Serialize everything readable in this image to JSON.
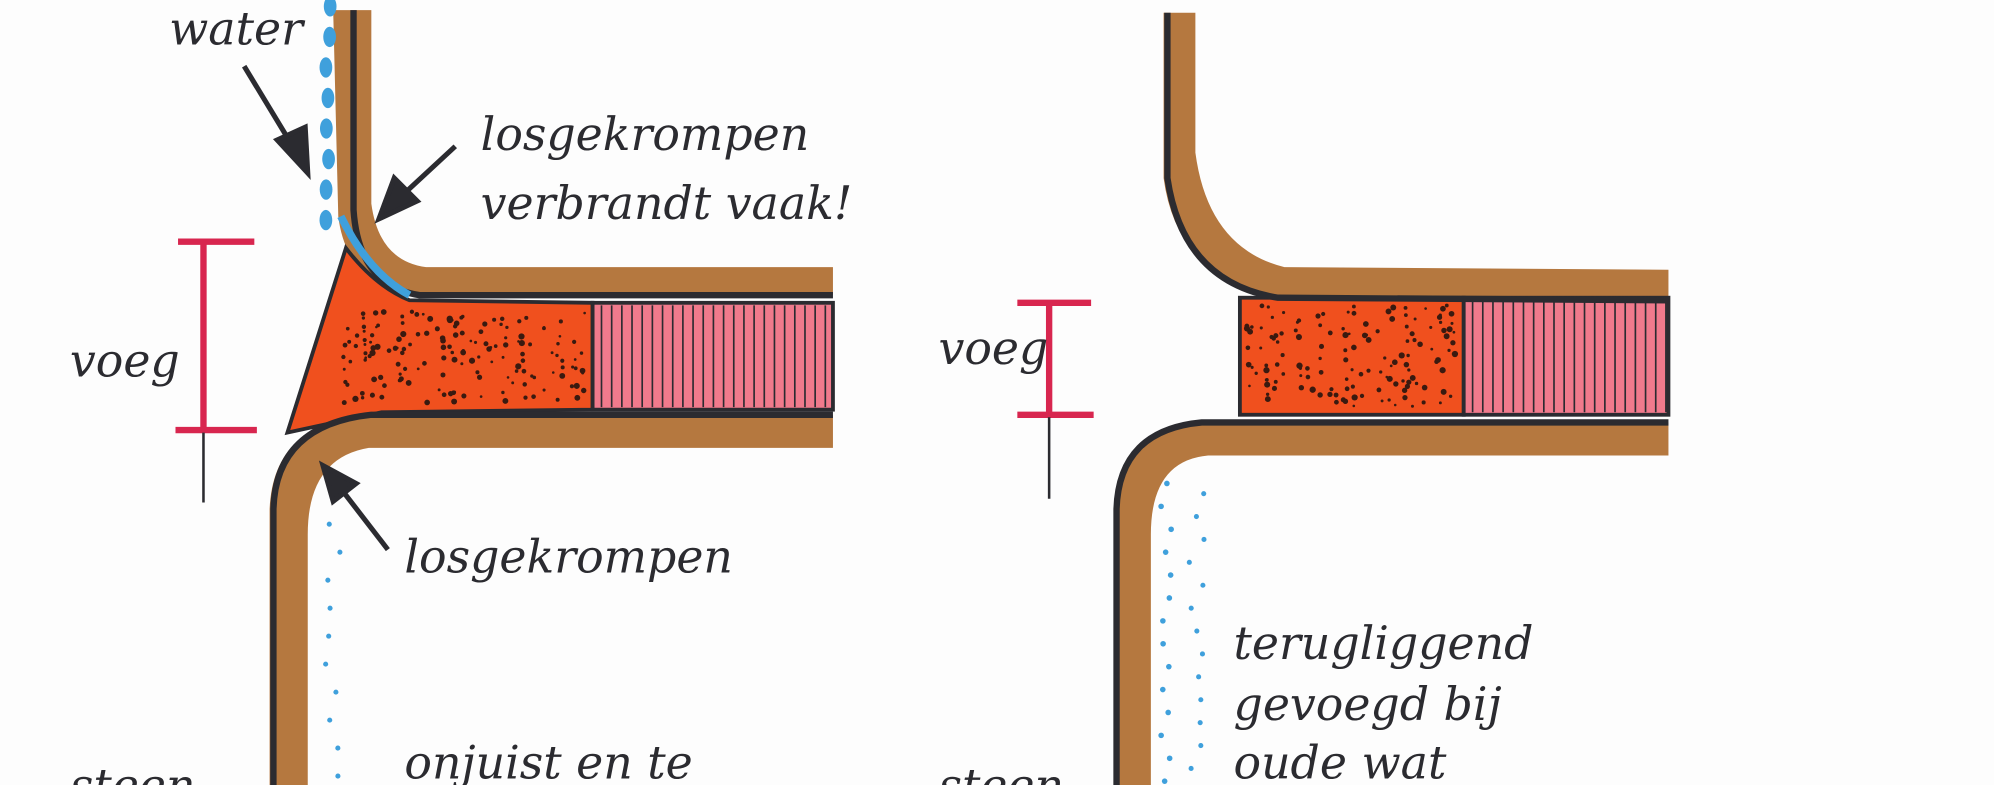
{
  "left_panel": {
    "water": "water",
    "shrunk_top_1": "losgekrompen",
    "shrunk_top_2": "verbrandt vaak!",
    "joint": "voeg",
    "shrunk_bottom": "losgekrompen",
    "incorrect": "onjuist en te",
    "stone": "steen"
  },
  "right_panel": {
    "joint": "voeg",
    "recessed_1": "terugliggend",
    "recessed_2": "gevoegd bij",
    "recessed_3": "oude wat",
    "stone": "steen"
  },
  "colors": {
    "brick": "#b5783f",
    "mortar": "#f0501e",
    "sealant": "#f07a8c",
    "dimension": "#d8264f",
    "water": "#3fa0dc",
    "line": "#2b2b30"
  }
}
